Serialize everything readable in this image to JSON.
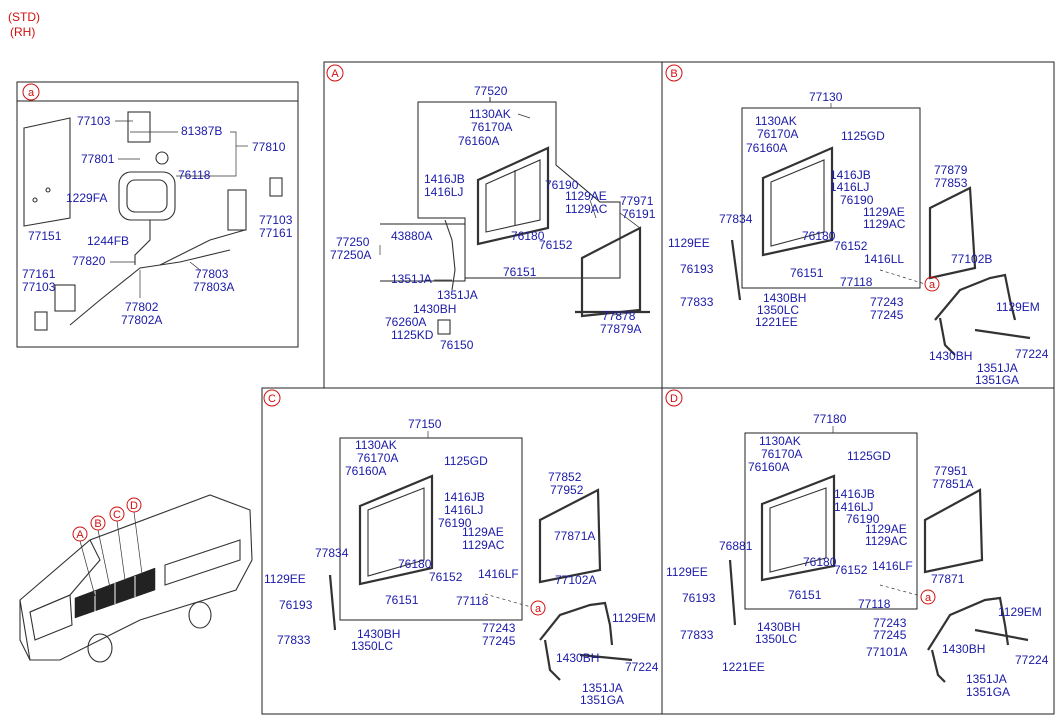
{
  "header": {
    "line1": "(STD)",
    "line2": "(RH)"
  },
  "callout_a": "a",
  "sections": {
    "A": "A",
    "B": "B",
    "C": "C",
    "D": "D"
  },
  "labels": {
    "p0": "77103",
    "p1": "81387B",
    "p2": "77810",
    "p3": "77801",
    "p4": "76118",
    "p5": "1229FA",
    "p6": "77151",
    "p7": "1244FB",
    "p8": "77820",
    "p9": "77103",
    "p10": "77161",
    "p11": "77803",
    "p12": "77803A",
    "p13": "77161",
    "p14": "77103",
    "p15": "77802",
    "p16": "77802A",
    "p17": "77520",
    "p18": "1130AK",
    "p19": "76170A",
    "p20": "76160A",
    "p21": "1416JB",
    "p22": "1416LJ",
    "p23": "76190",
    "p24": "1129AE",
    "p25": "1129AC",
    "p26": "77971",
    "p27": "76191",
    "p28": "77250",
    "p29": "77250A",
    "p30": "43880A",
    "p31": "76180",
    "p32": "76152",
    "p33": "76151",
    "p34": "1351JA",
    "p35": "1351JA",
    "p36": "1430BH",
    "p37": "76260A",
    "p38": "1125KD",
    "p39": "76150",
    "p40": "77878",
    "p41": "77879A",
    "p42": "77130",
    "p43": "1130AK",
    "p44": "76170A",
    "p45": "1125GD",
    "p46": "76160A",
    "p47": "1416JB",
    "p48": "1416LJ",
    "p49": "77879",
    "p50": "77853",
    "p51": "77834",
    "p52": "76190",
    "p53": "1129AE",
    "p54": "1129AC",
    "p55": "1129EE",
    "p56": "76180",
    "p57": "76152",
    "p58": "76193",
    "p59": "76151",
    "p60": "1416LL",
    "p61": "77102B",
    "p62": "77118",
    "p63": "77833",
    "p64": "1430BH",
    "p65": "1350LC",
    "p66": "1221EE",
    "p67": "77243",
    "p68": "77245",
    "p69": "1129EM",
    "p70": "1430BH",
    "p71": "77224",
    "p72": "1351JA",
    "p73": "1351GA",
    "p74": "77150",
    "p75": "1130AK",
    "p76": "76170A",
    "p77": "1125GD",
    "p78": "76160A",
    "p79": "77852",
    "p80": "77952",
    "p81": "1416JB",
    "p82": "1416LJ",
    "p83": "76190",
    "p84": "1129AE",
    "p85": "1129AC",
    "p86": "77871A",
    "p87": "77834",
    "p88": "76180",
    "p89": "1129EE",
    "p90": "76152",
    "p91": "1416LF",
    "p92": "77102A",
    "p93": "76151",
    "p94": "77118",
    "p95": "76193",
    "p96": "1129EM",
    "p97": "77243",
    "p98": "77245",
    "p99": "1430BH",
    "p100": "77833",
    "p101": "1350LC",
    "p102": "1430BH",
    "p103": "77224",
    "p104": "1351JA",
    "p105": "1351GA",
    "p106": "77180",
    "p107": "1130AK",
    "p108": "76170A",
    "p109": "1125GD",
    "p110": "76160A",
    "p111": "77951",
    "p112": "77851A",
    "p113": "1416JB",
    "p114": "1416LJ",
    "p115": "76190",
    "p116": "1129AE",
    "p117": "1129AC",
    "p118": "76881",
    "p119": "76180",
    "p120": "1129EE",
    "p121": "76152",
    "p122": "1416LF",
    "p123": "77871",
    "p124": "76151",
    "p125": "76193",
    "p126": "77118",
    "p127": "1129EM",
    "p128": "77833",
    "p129": "1430BH",
    "p130": "77243",
    "p131": "1350LC",
    "p132": "77245",
    "p133": "77101A",
    "p134": "1221EE",
    "p135": "1430BH",
    "p136": "77224",
    "p137": "1351JA",
    "p138": "1351GA"
  },
  "colors": {
    "part_number": "#1a1aa8",
    "callout": "#d01010",
    "line": "#333333"
  }
}
